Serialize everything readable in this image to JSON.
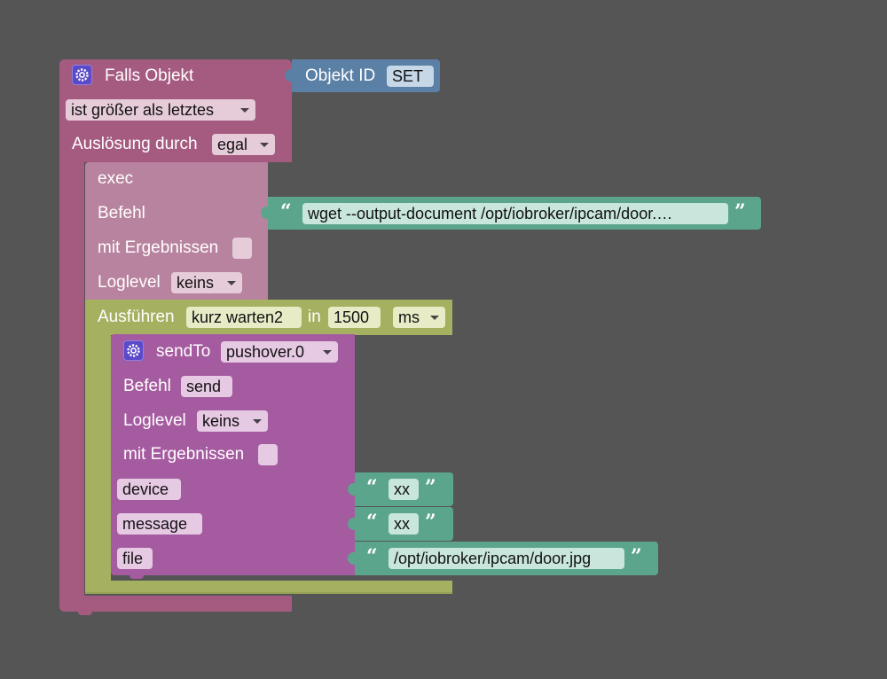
{
  "colors": {
    "workspace": "#555555",
    "trigger_block": "#a55b80",
    "objekt_id_block": "#5b80a5",
    "timeout_block": "#a5b060",
    "sendto_block": "#a55ba0",
    "text_block": "#5ba58c"
  },
  "trigger": {
    "icon": "gear-icon",
    "title": "Falls Objekt",
    "condition": "ist größer als letztes",
    "trigger_label": "Auslösung durch",
    "trigger_value": "egal"
  },
  "objekt_id": {
    "label": "Objekt ID",
    "value": "SET"
  },
  "exec_block": {
    "title": "exec",
    "befehl_label": "Befehl",
    "ergebnisse_label": "mit Ergebnissen",
    "loglevel_label": "Loglevel",
    "loglevel_value": "keins",
    "command_text": "wget --output-document /opt/iobroker/ipcam/door.…"
  },
  "timeout": {
    "label": "Ausführen",
    "name": "kurz warten2",
    "in_label": "in",
    "delay": "1500",
    "unit": "ms"
  },
  "sendto": {
    "icon": "gear-icon",
    "title": "sendTo",
    "instance": "pushover.0",
    "befehl_label": "Befehl",
    "befehl_value": "send",
    "loglevel_label": "Loglevel",
    "loglevel_value": "keins",
    "ergebnisse_label": "mit Ergebnissen",
    "params": [
      {
        "name": "device",
        "value": "xx"
      },
      {
        "name": "message",
        "value": "xx"
      },
      {
        "name": "file",
        "value": "/opt/iobroker/ipcam/door.jpg"
      }
    ]
  },
  "quotes": {
    "open": "“",
    "close": "”"
  }
}
